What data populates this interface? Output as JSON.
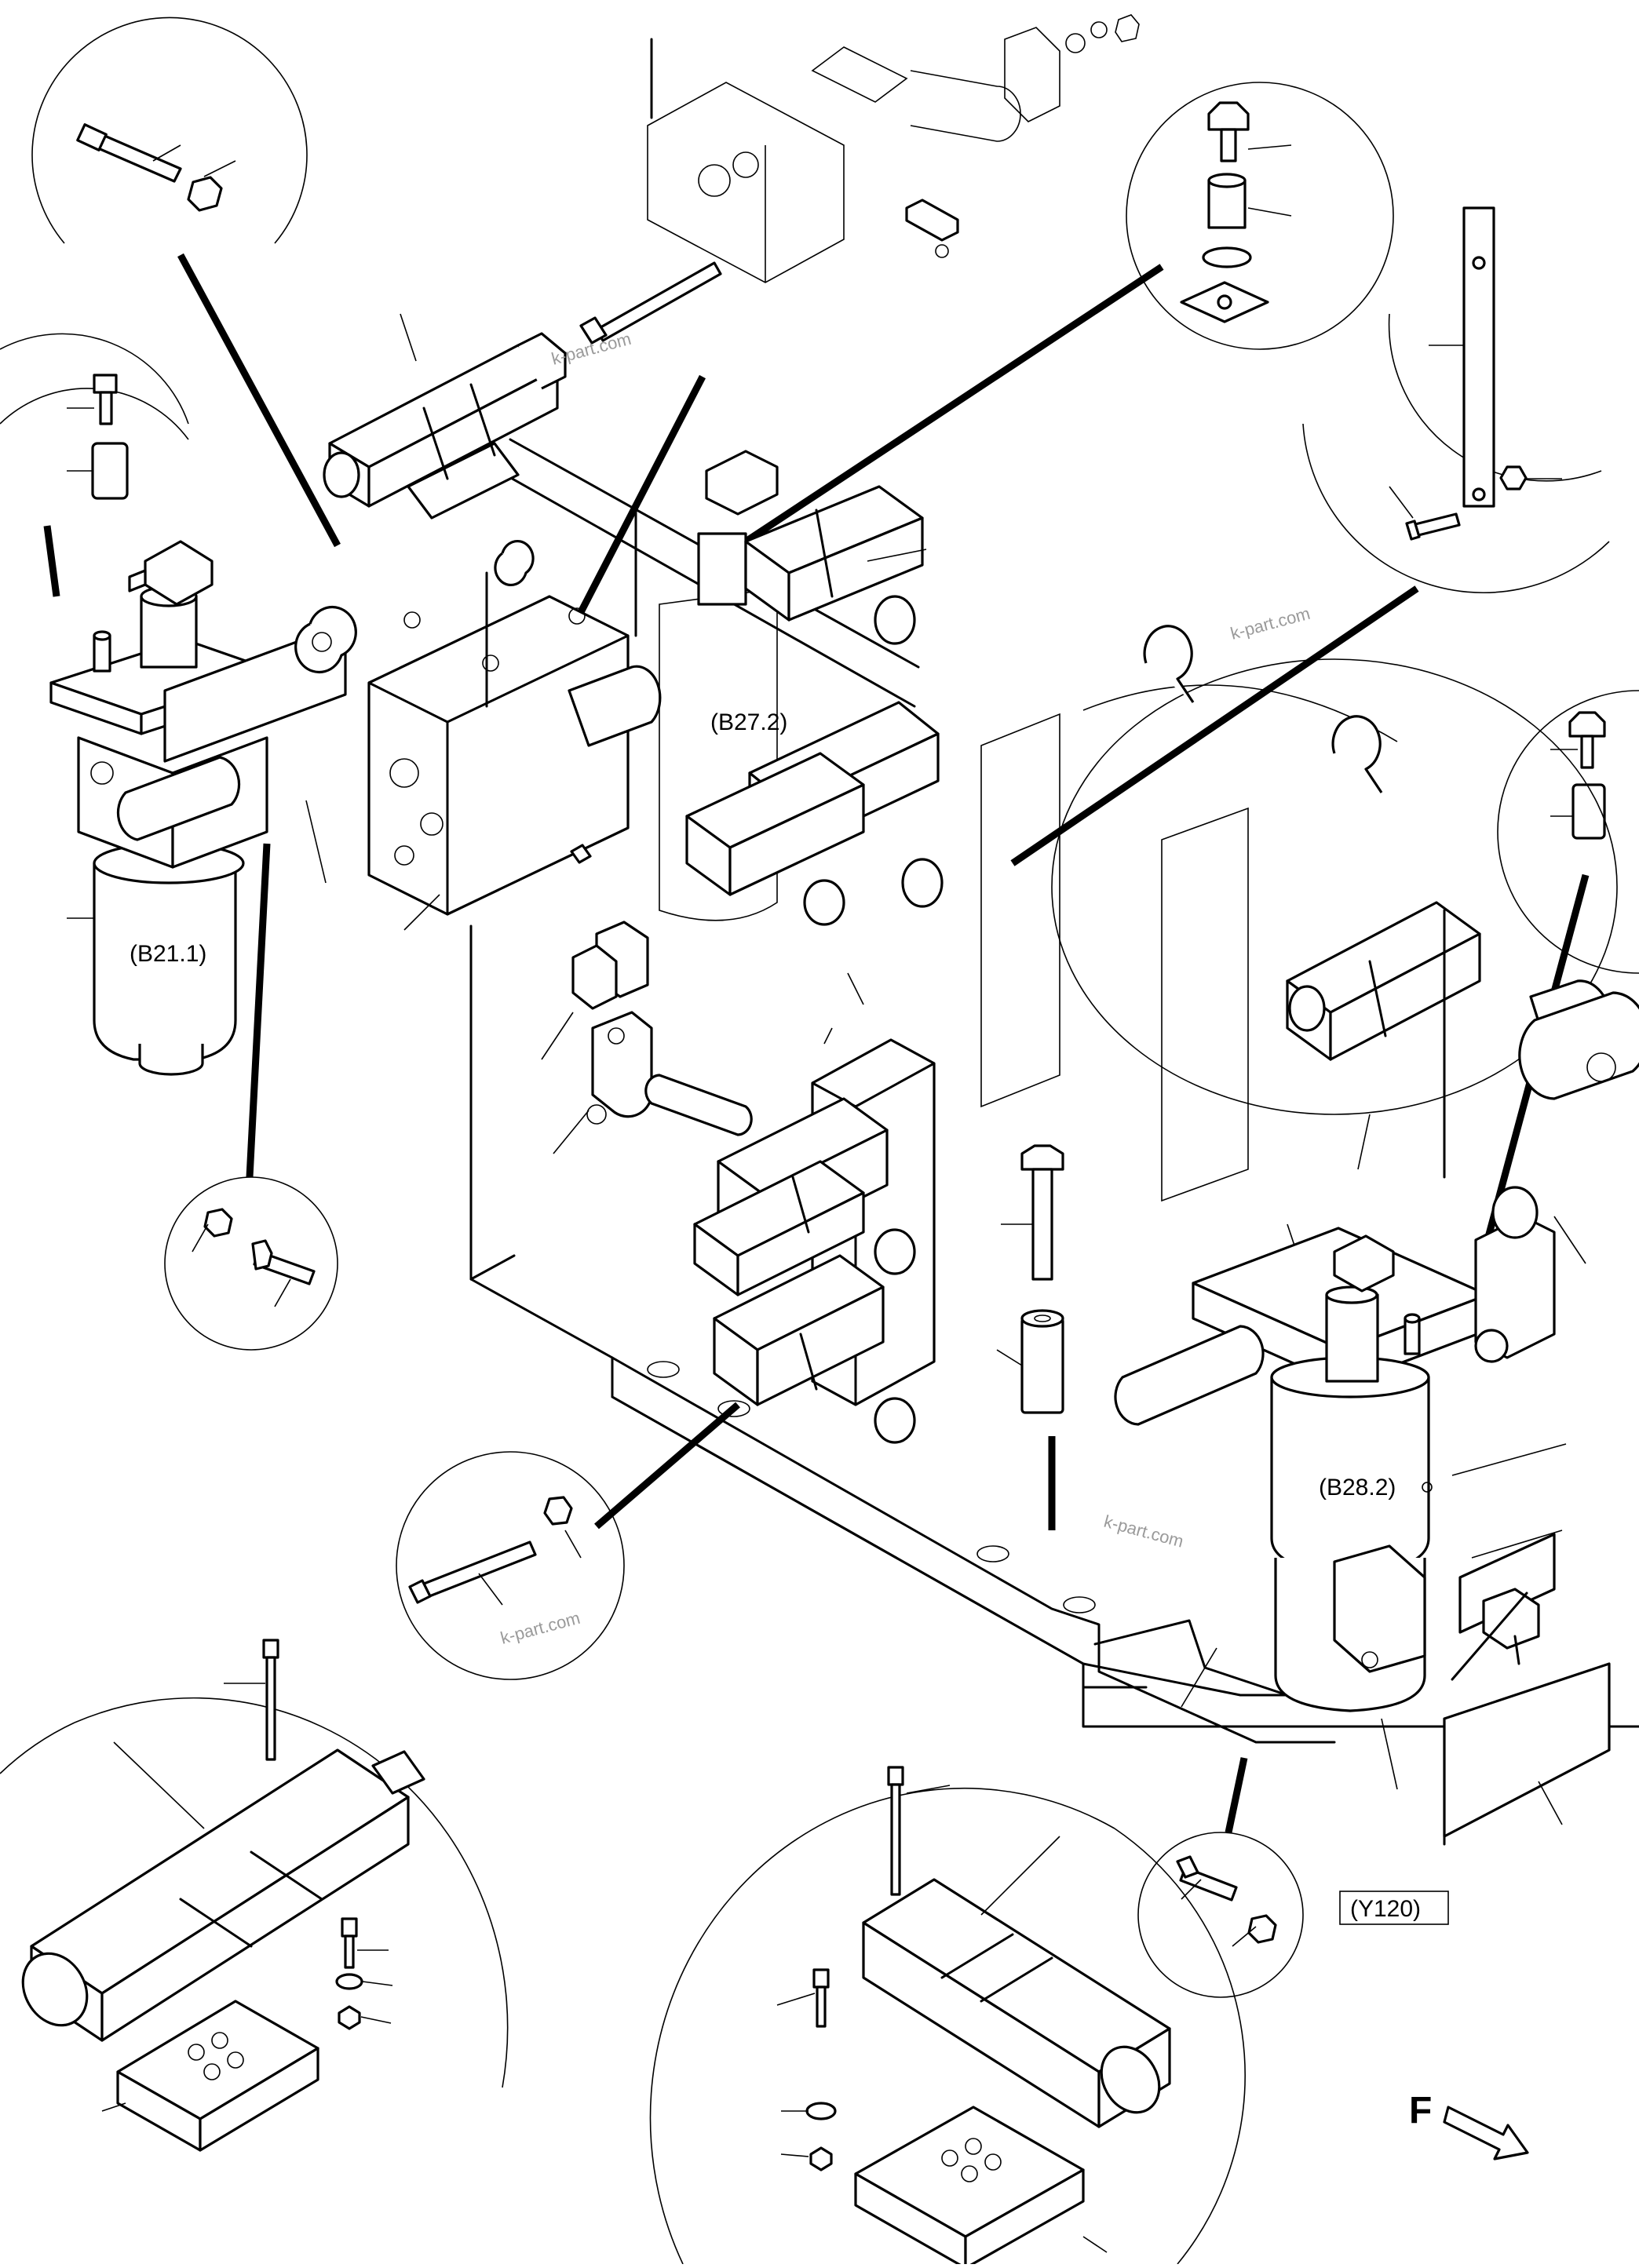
{
  "labels": {
    "b21_1": "(B21.1)",
    "b27_2": "(B27.2)",
    "b28_2": "(B28.2)",
    "y120": "(Y120)"
  },
  "watermark": "k-part.com",
  "direction": {
    "letter": "F"
  }
}
